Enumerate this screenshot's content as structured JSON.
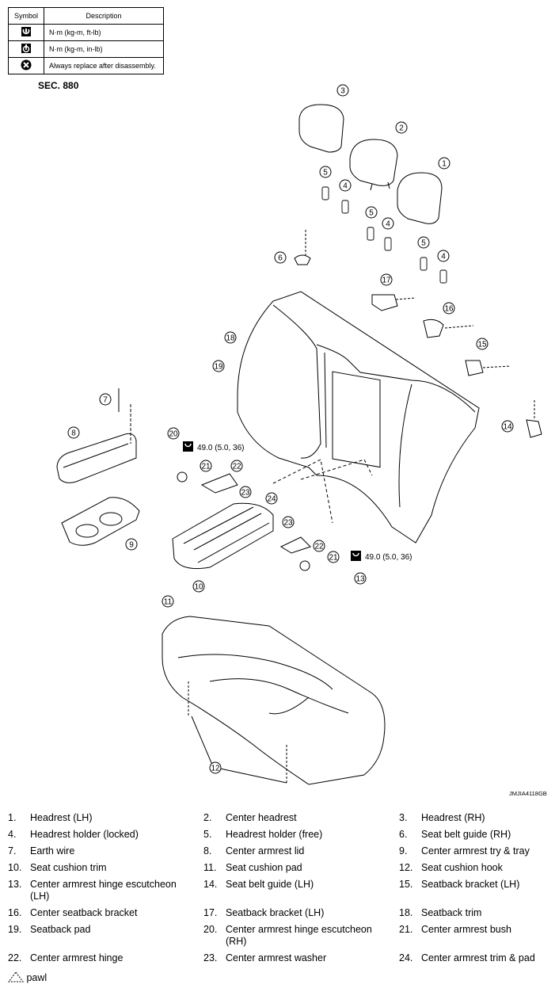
{
  "legend": {
    "header_symbol": "Symbol",
    "header_description": "Description",
    "rows": [
      {
        "icon": "torque-nm-ftlb-icon",
        "text": "N·m (kg-m, ft-lb)"
      },
      {
        "icon": "torque-nm-inlb-icon",
        "text": "N·m (kg-m, in-lb)"
      },
      {
        "icon": "always-replace-icon",
        "text": "Always replace after disassembly."
      }
    ]
  },
  "section": "SEC. 880",
  "torque_spec": "49.0 (5.0, 36)",
  "figure_id": "JMJIA4118GB",
  "callouts": [
    "1",
    "2",
    "3",
    "4",
    "5",
    "6",
    "7",
    "8",
    "9",
    "10",
    "11",
    "12",
    "13",
    "14",
    "15",
    "16",
    "17",
    "18",
    "19",
    "20",
    "21",
    "22",
    "23",
    "24"
  ],
  "parts": [
    {
      "num": "1.",
      "label": "Headrest (LH)"
    },
    {
      "num": "2.",
      "label": "Center headrest"
    },
    {
      "num": "3.",
      "label": "Headrest (RH)"
    },
    {
      "num": "4.",
      "label": "Headrest holder (locked)"
    },
    {
      "num": "5.",
      "label": "Headrest holder (free)"
    },
    {
      "num": "6.",
      "label": "Seat belt guide (RH)"
    },
    {
      "num": "7.",
      "label": "Earth wire"
    },
    {
      "num": "8.",
      "label": "Center armrest lid"
    },
    {
      "num": "9.",
      "label": "Center armrest try & tray"
    },
    {
      "num": "10.",
      "label": "Seat cushion trim"
    },
    {
      "num": "11.",
      "label": "Seat cushion pad"
    },
    {
      "num": "12.",
      "label": "Seat cushion hook"
    },
    {
      "num": "13.",
      "label": "Center armrest hinge escutcheon (LH)"
    },
    {
      "num": "14.",
      "label": "Seat belt guide (LH)"
    },
    {
      "num": "15.",
      "label": "Seatback bracket (LH)"
    },
    {
      "num": "16.",
      "label": "Center seatback bracket"
    },
    {
      "num": "17.",
      "label": "Seatback bracket (LH)"
    },
    {
      "num": "18.",
      "label": "Seatback trim"
    },
    {
      "num": "19.",
      "label": "Seatback pad"
    },
    {
      "num": "20.",
      "label": "Center armrest hinge escutcheon (RH)"
    },
    {
      "num": "21.",
      "label": "Center armrest bush"
    },
    {
      "num": "22.",
      "label": "Center armrest hinge"
    },
    {
      "num": "23.",
      "label": "Center armrest washer"
    },
    {
      "num": "24.",
      "label": "Center armrest trim & pad"
    }
  ],
  "note": "pawl"
}
